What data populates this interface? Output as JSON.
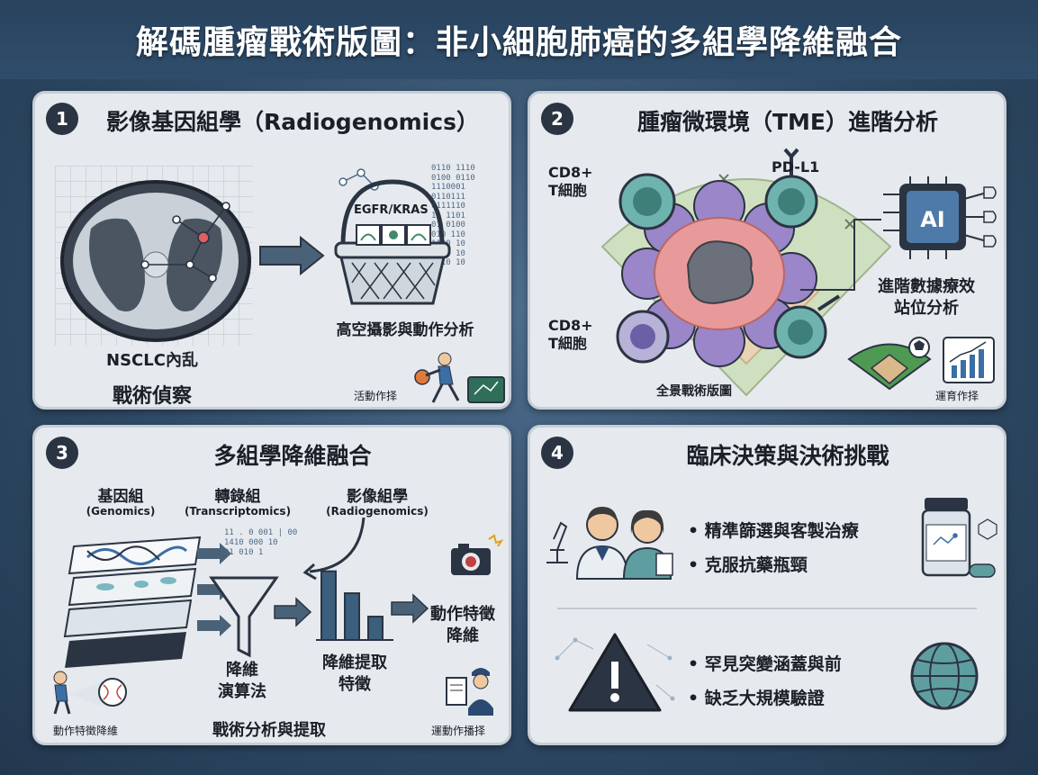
{
  "title": "解碼腫瘤戰術版圖：非小細胞肺癌的多組學降維融合",
  "panels": {
    "p1": {
      "number": "1",
      "title": "影像基因組學（Radiogenomics）",
      "basket_label": "EGFR/KRAS",
      "camera_caption": "高空攝影與動作分析",
      "left_caption_1": "NSCLC內乱",
      "left_caption_2": "戰術偵察",
      "small_caption": "活動作择",
      "binary": [
        "0110 1110",
        "0100 0110",
        "1110001",
        "0110111",
        "0111110",
        "10 1101",
        "01 0100",
        "010 110",
        "1100 10",
        "1110 10",
        "0110 10"
      ]
    },
    "p2": {
      "number": "2",
      "title": "腫瘤微環境（TME）進階分析",
      "cd8_top": "CD8+\nT細胞",
      "cd8_bottom": "CD8+\nT細胞",
      "pdl1": "PD-L1",
      "ai": "AI",
      "analysis": "進階數據療效\n站位分析",
      "panorama": "全景戰術版圖",
      "small_caption": "運育作择"
    },
    "p3": {
      "number": "3",
      "title": "多組學降維融合",
      "genomics_cn": "基因組",
      "genomics_en": "(Genomics)",
      "transcriptomics_cn": "轉錄組",
      "transcriptomics_en": "(Transcriptomics)",
      "radiogenomics_cn": "影像組學",
      "radiogenomics_en": "(Radiogenomics)",
      "algo": "降維\n演算法",
      "extract": "降維提取\n特徵",
      "motion": "動作特徵\n降維",
      "bottom_left": "動作特徵降維",
      "bottom_center": "戰術分析與提取",
      "bottom_right": "運動作播择",
      "binary": [
        "11 . 0  001 | 00",
        "1410  000 10",
        "01  010 1"
      ]
    },
    "p4": {
      "number": "4",
      "title": "臨床決策與決術挑戰",
      "bullets_top": [
        "精準篩選與客製治療",
        "克服抗藥瓶頸"
      ],
      "bullets_bottom": [
        "罕見突變涵蓋與前",
        "缺乏大規模驗證"
      ]
    }
  },
  "colors": {
    "accent_teal": "#5f9ea0",
    "tumor_pink": "#e89a9a",
    "cell_purple": "#9a86c8",
    "dark": "#2b3442"
  },
  "chart_data": {
    "type": "bar",
    "categories": [
      "",
      "",
      ""
    ],
    "values": [
      100,
      68,
      34
    ],
    "ylim": [
      0,
      110
    ]
  }
}
